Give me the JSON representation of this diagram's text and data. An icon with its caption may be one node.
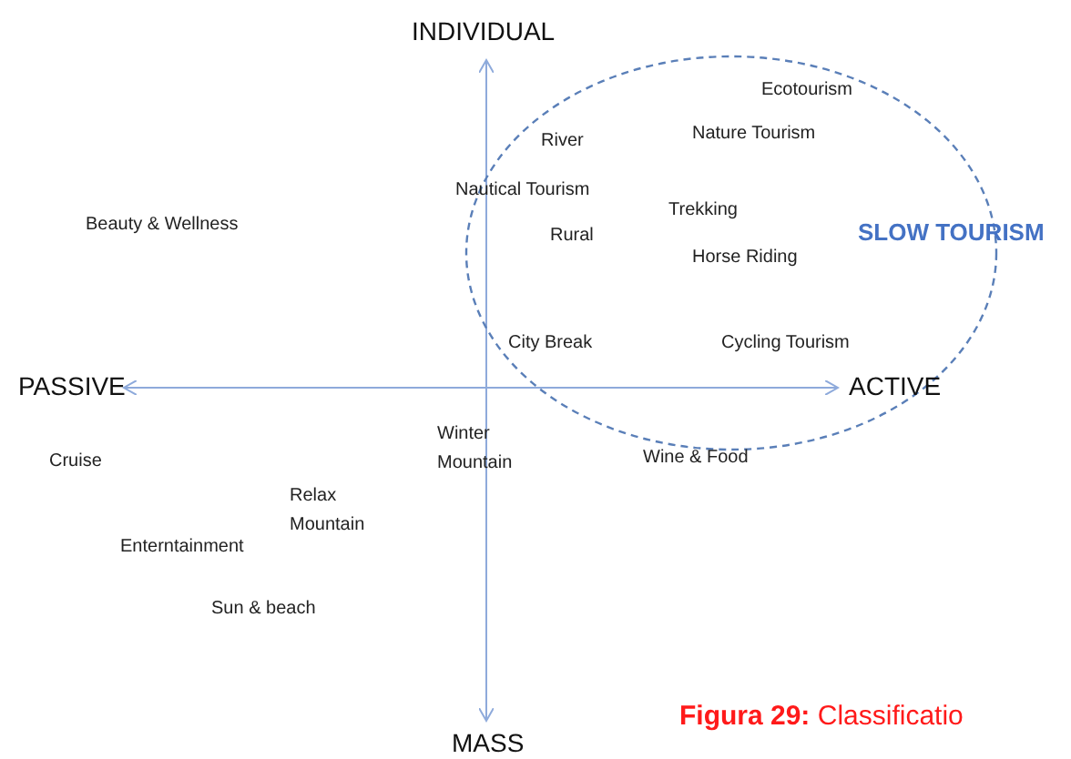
{
  "diagram": {
    "caption": "**Figura 29:** Classificatio",
    "nodes": [
      {
        "text": [
          "SLOW TOURISM"
        ]
      }
    ],
    "labels": [
      "INDIVIDUAL",
      "Ecotourism",
      "River",
      "Nature Tourism",
      "Nautical Tourism",
      "Beauty & Wellness",
      "Trekking",
      "Rural",
      "Horse Riding",
      "City Break",
      "Cycling Tourism",
      "PASSIVE",
      "ACTIVE",
      "Winter Mountain",
      "Wine & Food",
      "Cruise",
      "Relax Mountain",
      "Enterntainment",
      "Sun & beach",
      "MASS"
    ]
  }
}
